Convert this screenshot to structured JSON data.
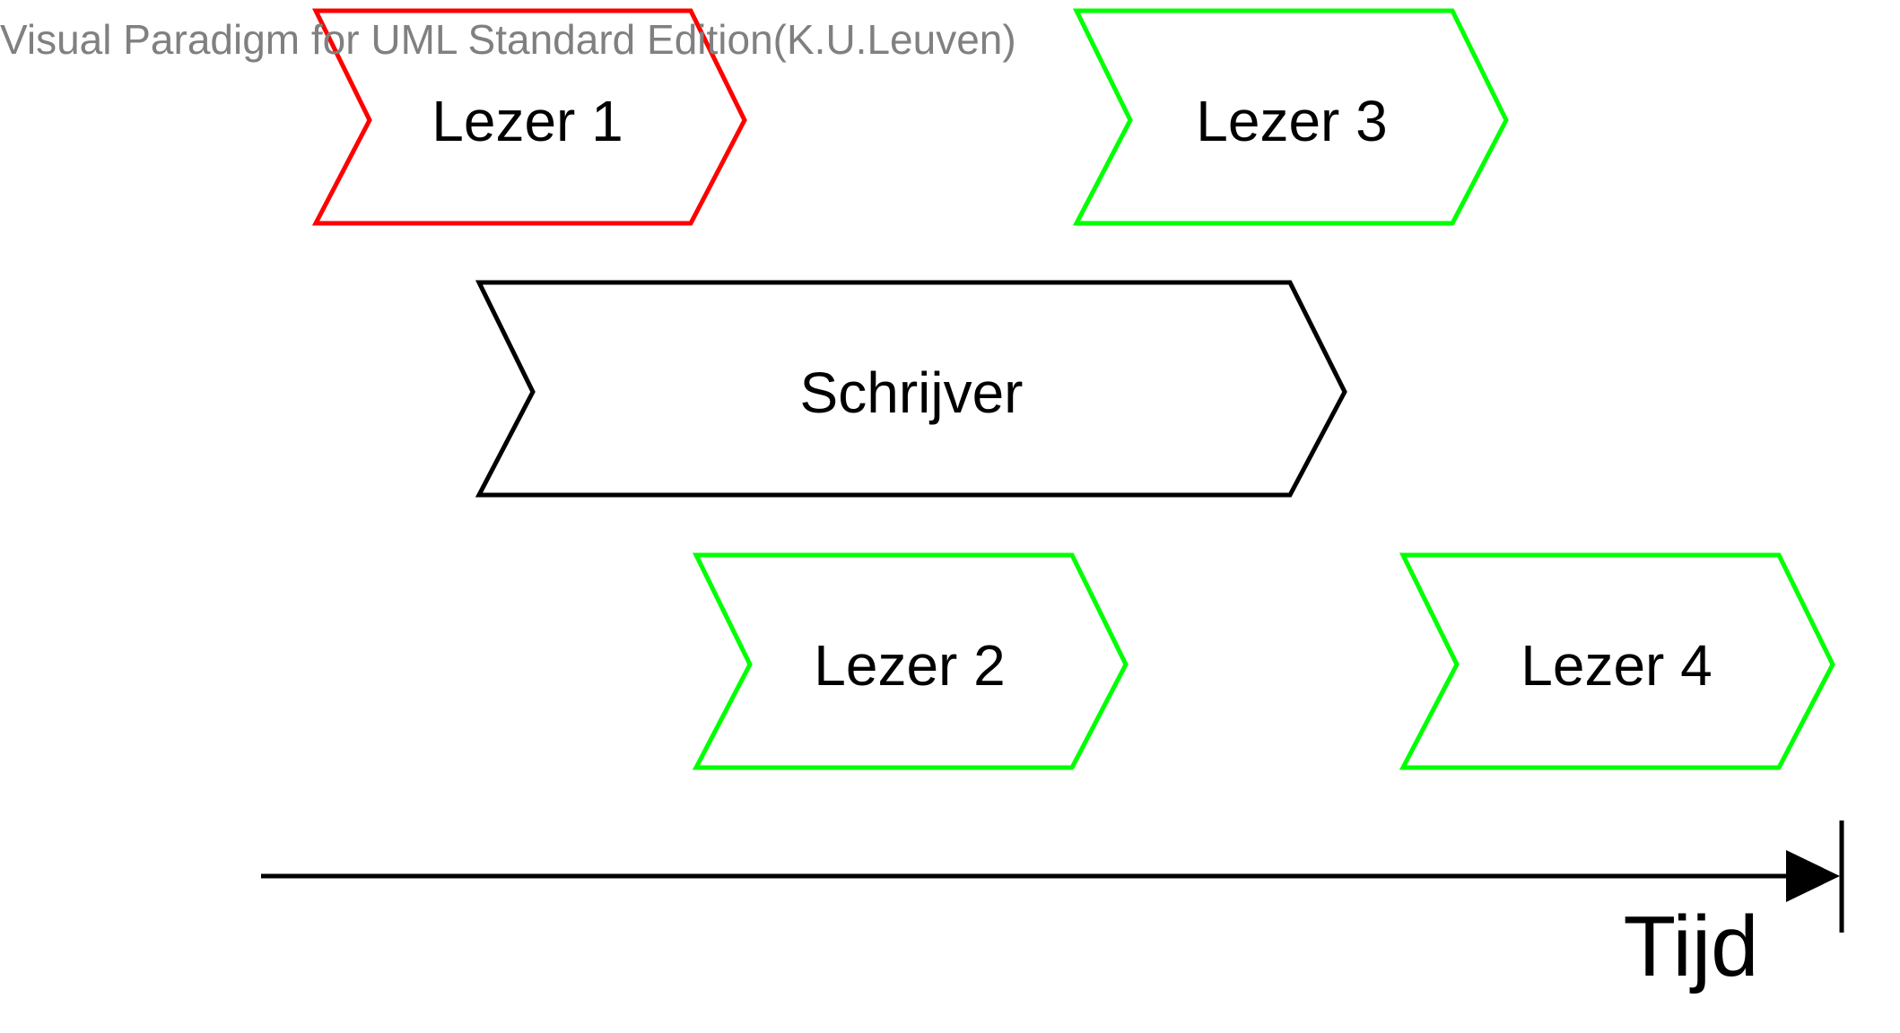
{
  "watermark": "Visual Paradigm for UML Standard Edition(K.U.Leuven)",
  "colors": {
    "background": "#ffffff",
    "blocked": "#ff0000",
    "allowed": "#00ff00",
    "writer": "#000000",
    "axis": "#000000",
    "watermark": "#808080"
  },
  "shapes": {
    "lezer1": {
      "label": "Lezer 1",
      "status": "blocked"
    },
    "lezer3": {
      "label": "Lezer 3",
      "status": "allowed"
    },
    "schrijver": {
      "label": "Schrijver",
      "status": "writer"
    },
    "lezer2": {
      "label": "Lezer 2",
      "status": "allowed"
    },
    "lezer4": {
      "label": "Lezer 4",
      "status": "allowed"
    }
  },
  "axis": {
    "label": "Tijd"
  }
}
